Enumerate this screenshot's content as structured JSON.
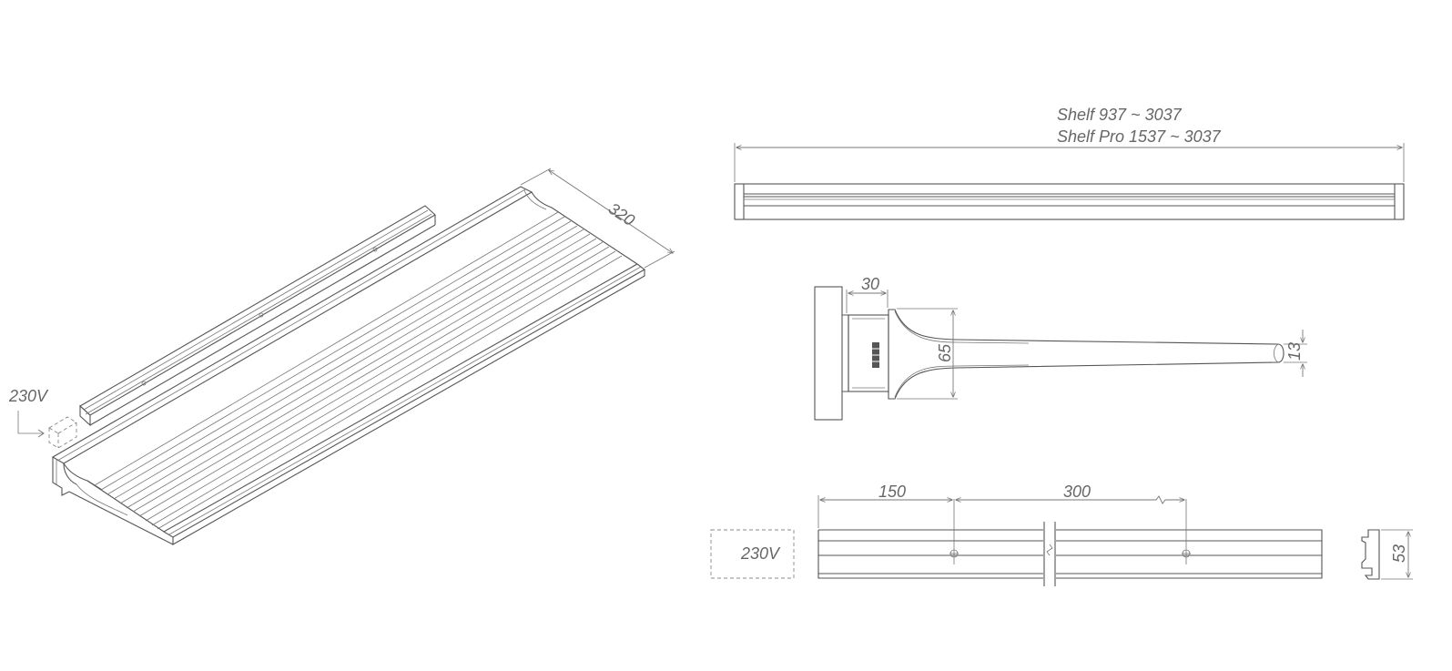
{
  "iso_view": {
    "depth_label": "320",
    "power_label": "230V"
  },
  "front_view": {
    "length_line_1": "Shelf 937 ~ 3037",
    "length_line_2": "Shelf Pro 1537 ~ 3037"
  },
  "side_view": {
    "wall_offset": "30",
    "bracket_height": "65",
    "tip_height": "13"
  },
  "rail_view": {
    "edge_spacing": "150",
    "hole_spacing": "300",
    "power_label": "230V",
    "profile_height": "53"
  }
}
